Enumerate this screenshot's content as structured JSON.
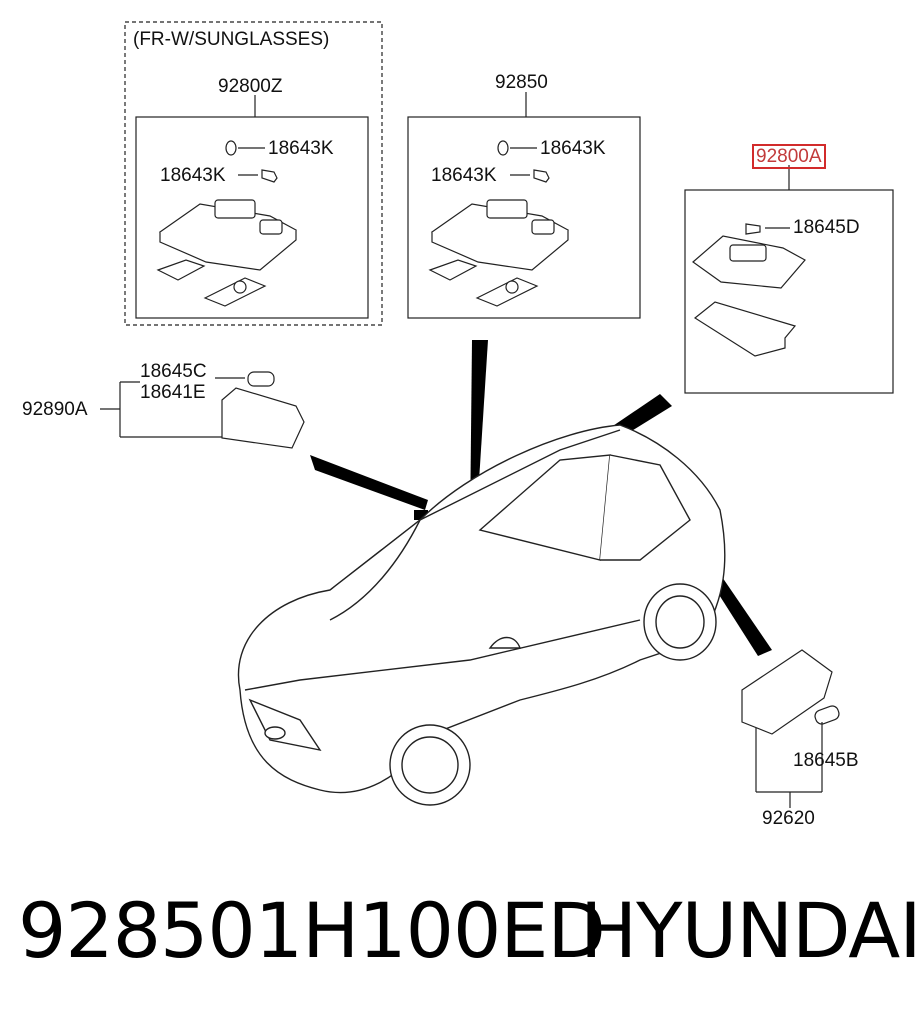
{
  "diagram": {
    "group_label": "(FR-W/SUNGLASSES)",
    "parts": {
      "lamp_z": "92800Z",
      "lamp_main": "92850",
      "lamp_a": "92800A",
      "bulb_k1": "18643K",
      "bulb_k2": "18643K",
      "bulb_k3": "18643K",
      "bulb_k4": "18643K",
      "bulb_d": "18645D",
      "bulb_c": "18645C",
      "bulb_e": "18641E",
      "lamp_vanity": "92890A",
      "bulb_b": "18645B",
      "lamp_luggage": "92620"
    },
    "highlight_color": "#d22b2b"
  },
  "footer": {
    "part_number": "928501H100ED",
    "brand": "HYUNDAI"
  }
}
